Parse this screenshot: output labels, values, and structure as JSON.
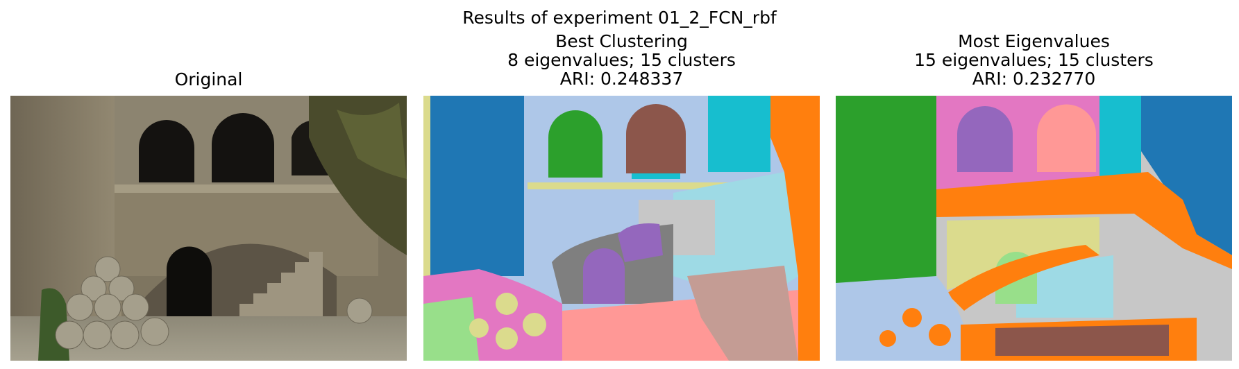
{
  "figure": {
    "suptitle": "Results of experiment 01_2_FCN_rbf"
  },
  "panels": [
    {
      "title_lines": [
        "Original"
      ],
      "image": "photo of stone courtyard with arches, staircase and stacked cannonballs"
    },
    {
      "title_lines": [
        "Best Clustering",
        "8 eigenvalues; 15 clusters",
        "ARI: 0.248337"
      ]
    },
    {
      "title_lines": [
        "Most Eigenvalues",
        "15 eigenvalues; 15 clusters",
        "ARI: 0.232770"
      ]
    }
  ],
  "colors": {
    "tab_blue": "#1f77b4",
    "tab_lightblue": "#aec7e8",
    "tab_orange": "#ff7f0e",
    "tab_green": "#2ca02c",
    "tab_lightgreen": "#98df8a",
    "tab_red": "#d62728",
    "tab_pink_light": "#ff9896",
    "tab_purple": "#9467bd",
    "tab_brown": "#8c564b",
    "tab_brown_light": "#c49c94",
    "tab_pink": "#e377c2",
    "tab_gray": "#7f7f7f",
    "tab_gray_light": "#c7c7c7",
    "tab_olive_light": "#dbdb8d",
    "tab_cyan": "#17becf",
    "tab_cyan_light": "#9edae5"
  }
}
